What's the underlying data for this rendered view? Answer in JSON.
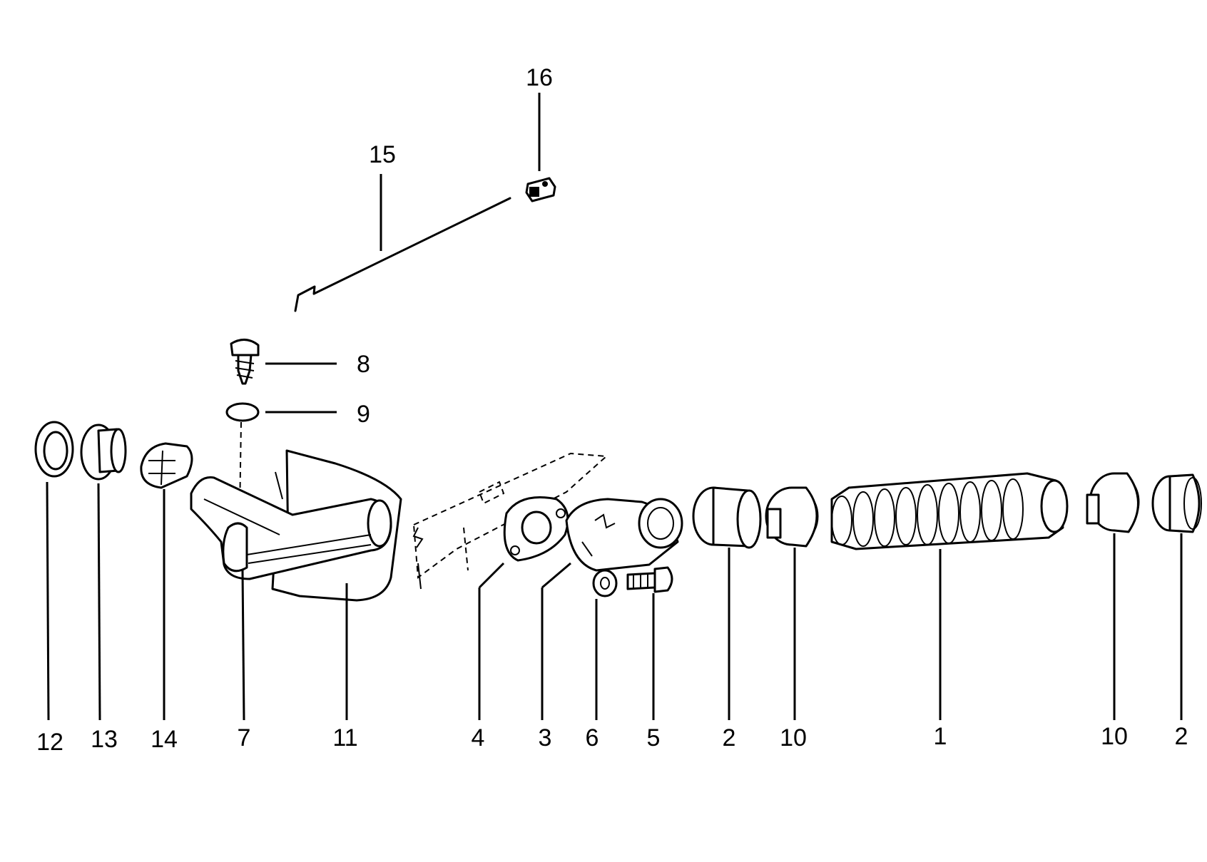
{
  "diagram": {
    "callouts": {
      "c1": "1",
      "c2a": "2",
      "c2b": "2",
      "c3": "3",
      "c4": "4",
      "c5": "5",
      "c6": "6",
      "c7": "7",
      "c8": "8",
      "c9": "9",
      "c10a": "10",
      "c10b": "10",
      "c11": "11",
      "c12": "12",
      "c13": "13",
      "c14": "14",
      "c15": "15",
      "c16": "16"
    },
    "colors": {
      "ink": "#000000",
      "paper": "#ffffff"
    }
  }
}
